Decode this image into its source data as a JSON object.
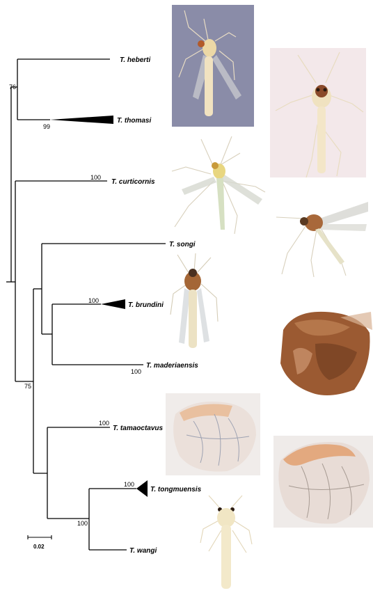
{
  "taxa": {
    "heberti": "T. heberti",
    "thomasi": "T. thomasi",
    "curticornis": "T. curticornis",
    "songi": "T. songi",
    "brundini": "T. brundini",
    "maderiaensis": "T. maderiaensis",
    "tamaoctavus": "T. tamaoctavus",
    "tongmuensis": "T. tongmuensis",
    "wangi": "T. wangi"
  },
  "support": {
    "heberti_thomasi": "76",
    "thomasi": "99",
    "curticornis": "100",
    "brundini": "100",
    "maderiaensis": "100",
    "lower_clade": "75",
    "tamaoctavus": "100",
    "tongmuensis": "100",
    "tongmuensis_wangi": "100"
  },
  "scale_bar": {
    "label": "0.02"
  },
  "colors": {
    "branch": "#000000",
    "photo_blue_bg": "#8a8ca8",
    "photo_pink_bg": "#f3e8ea",
    "insect_pale": "#efe2c2",
    "thorax_brown": "#a86a3c",
    "slide_brown": "#9b5a32"
  }
}
